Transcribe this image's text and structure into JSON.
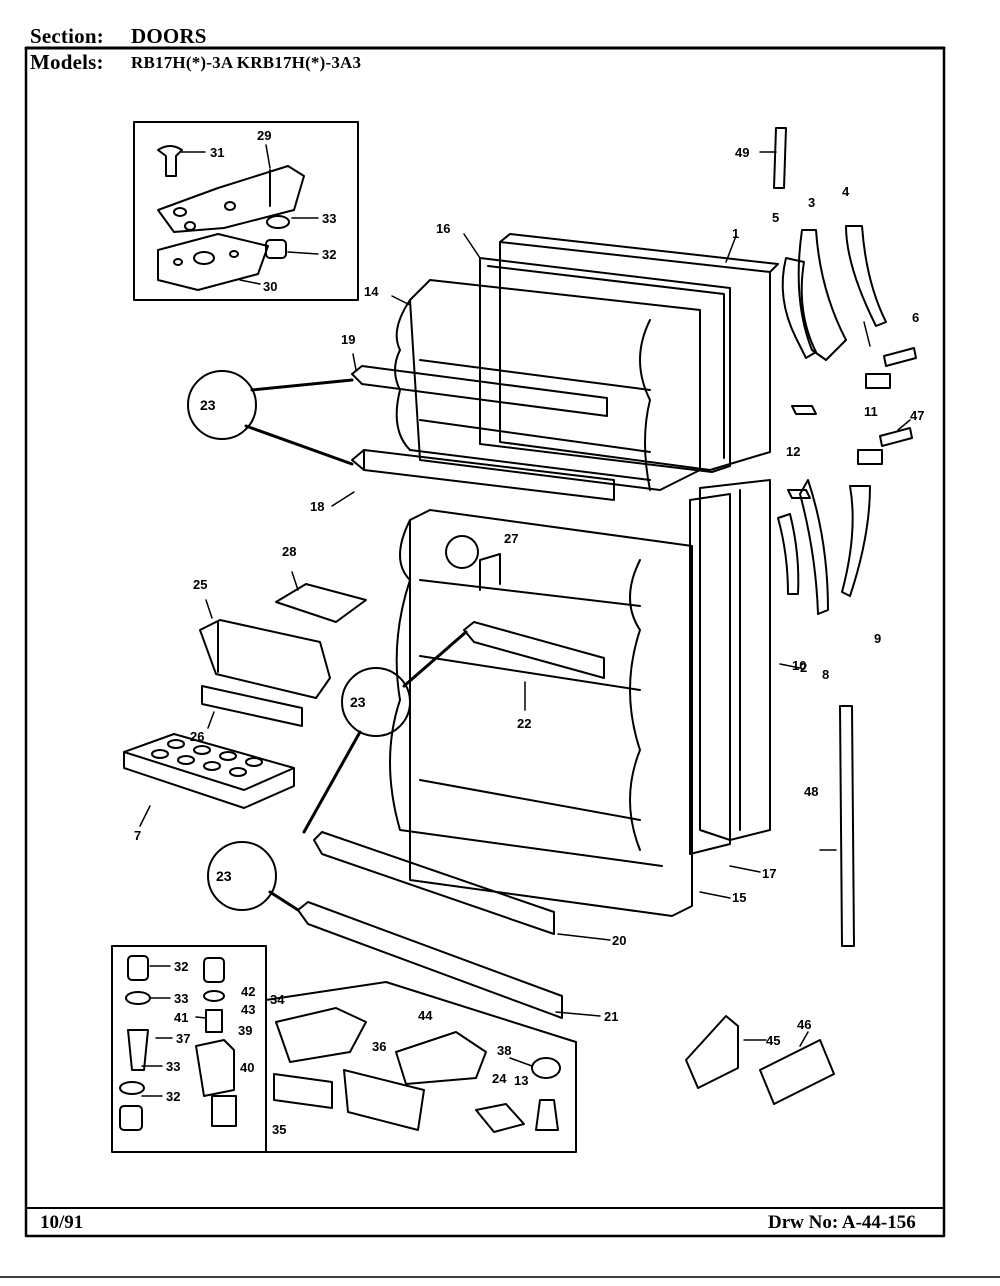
{
  "header": {
    "section_label": "Section:",
    "section_value": "DOORS",
    "models_label": "Models:",
    "models_value": "RB17H(*)-3A  KRB17H(*)-3A3"
  },
  "footer": {
    "date": "10/91",
    "drawing_number": "Drw No: A-44-156"
  },
  "callouts": {
    "p1": "1",
    "p2": "2",
    "p3": "3",
    "p4": "4",
    "p5": "5",
    "p6": "6",
    "p7": "7",
    "p8": "8",
    "p9": "9",
    "p10": "10",
    "p11": "11",
    "p12": "12",
    "p13": "13",
    "p14": "14",
    "p15": "15",
    "p16": "16",
    "p17": "17",
    "p18": "18",
    "p19": "19",
    "p20": "20",
    "p21": "21",
    "p22": "22",
    "p23": "23",
    "p24": "24",
    "p25": "25",
    "p26": "26",
    "p27": "27",
    "p28": "28",
    "p29": "29",
    "p30": "30",
    "p31": "31",
    "p32": "32",
    "p33": "33",
    "p34": "34",
    "p35": "35",
    "p36": "36",
    "p37": "37",
    "p38": "38",
    "p39": "39",
    "p40": "40",
    "p41": "41",
    "p42": "42",
    "p43": "43",
    "p44": "44",
    "p45": "45",
    "p46": "46",
    "p47": "47",
    "p48": "48",
    "p49": "49"
  }
}
